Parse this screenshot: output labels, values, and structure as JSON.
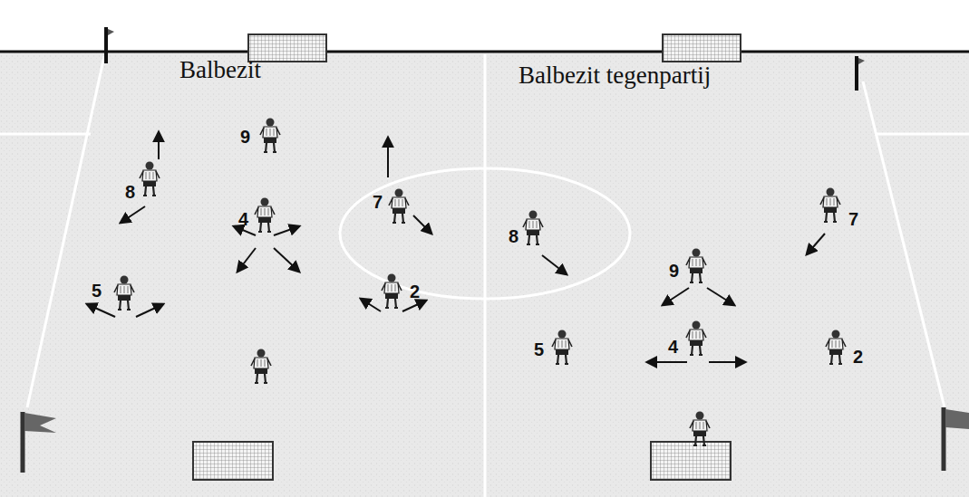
{
  "diagram": {
    "labels": [
      "Balbezit",
      "9",
      "8",
      "7",
      "4",
      "5",
      "2",
      "Balbezit tegenpartij",
      "8",
      "7",
      "9",
      "5",
      "4",
      "2"
    ]
  }
}
